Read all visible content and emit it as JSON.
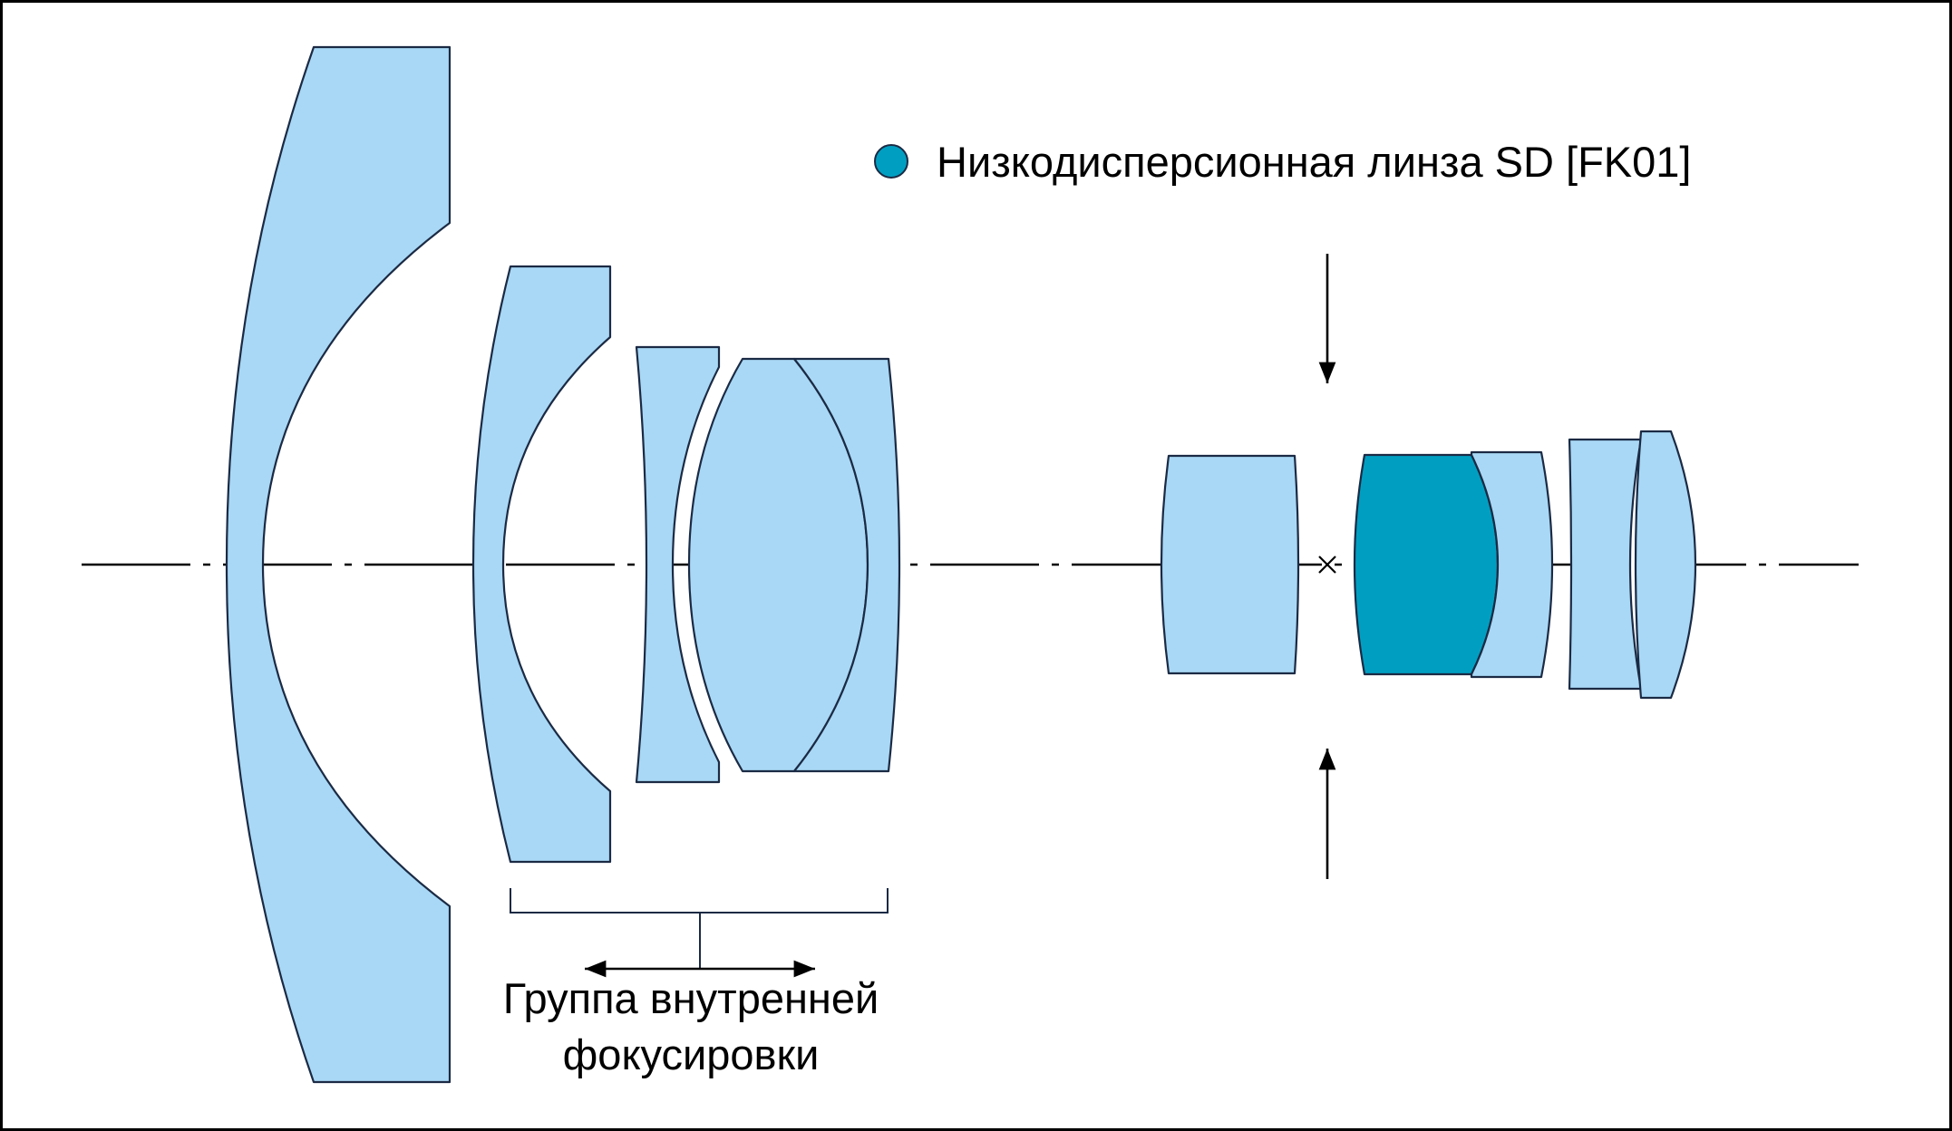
{
  "legend": {
    "label": "Низкодисперсионная линза SD [FK01]",
    "marker_color": "#009fc2"
  },
  "focus_group": {
    "label_line1": "Группа внутренней",
    "label_line2": "фокусировки"
  },
  "colors": {
    "lens_fill": "#a8d8f5",
    "sd_lens_fill": "#009fc2",
    "outline": "#1b2a44"
  }
}
